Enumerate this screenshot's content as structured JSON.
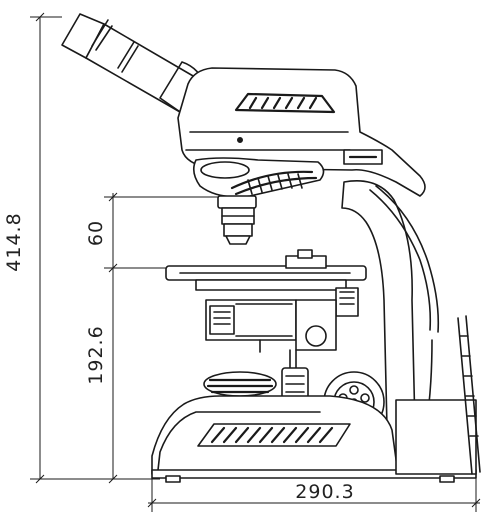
{
  "dimensions": {
    "total_height": "414.8",
    "objective_clearance": "60",
    "stage_height": "192.6",
    "base_width": "290.3"
  },
  "colors": {
    "line": "#1a1a1a",
    "background": "#ffffff"
  }
}
